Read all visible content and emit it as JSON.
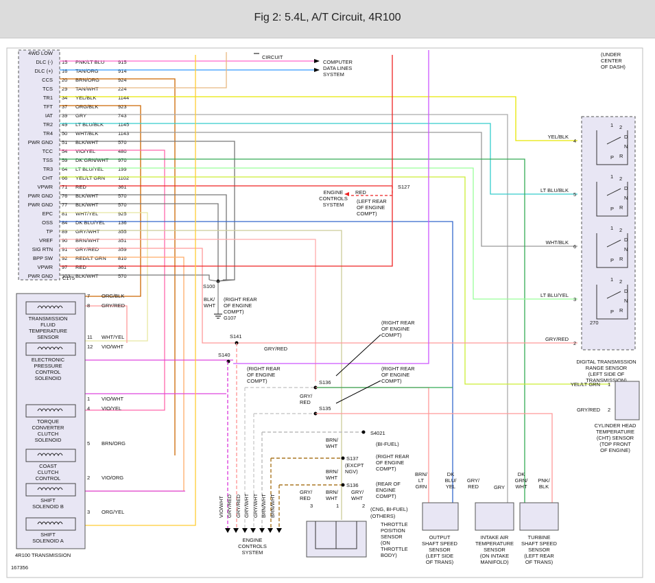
{
  "header": {
    "title": "Fig 2: 5.4L, A/T Circuit, 4R100"
  },
  "pcm": {
    "connector": "C175",
    "pins": [
      {
        "label": "4WD LOW",
        "pin": "",
        "wire": "",
        "circuit": ""
      },
      {
        "label": "DLC (-)",
        "pin": "15",
        "wire": "PNK/LT BLU",
        "circuit": "915"
      },
      {
        "label": "DLC (+)",
        "pin": "16",
        "wire": "TAN/ORG",
        "circuit": "914"
      },
      {
        "label": "CCS",
        "pin": "20",
        "wire": "BRN/ORG",
        "circuit": "924"
      },
      {
        "label": "TCS",
        "pin": "29",
        "wire": "TAN/WHT",
        "circuit": "224"
      },
      {
        "label": "TR1",
        "pin": "34",
        "wire": "YEL/BLK",
        "circuit": "1144"
      },
      {
        "label": "TFT",
        "pin": "37",
        "wire": "ORG/BLK",
        "circuit": "923"
      },
      {
        "label": "IAT",
        "pin": "39",
        "wire": "GRY",
        "circuit": "743"
      },
      {
        "label": "TR2",
        "pin": "49",
        "wire": "LT BLU/BLK",
        "circuit": "1145"
      },
      {
        "label": "TR4",
        "pin": "50",
        "wire": "WHT/BLK",
        "circuit": "1143"
      },
      {
        "label": "PWR GND",
        "pin": "51",
        "wire": "BLK/WHT",
        "circuit": "570"
      },
      {
        "label": "TCC",
        "pin": "54",
        "wire": "VIO/YEL",
        "circuit": "480"
      },
      {
        "label": "TSS",
        "pin": "59",
        "wire": "DK GRN/WHT",
        "circuit": "970"
      },
      {
        "label": "TR3",
        "pin": "64",
        "wire": "LT BLU/YEL",
        "circuit": "199"
      },
      {
        "label": "CHT",
        "pin": "66",
        "wire": "YEL/LT GRN",
        "circuit": "1102"
      },
      {
        "label": "VPWR",
        "pin": "71",
        "wire": "RED",
        "circuit": "361"
      },
      {
        "label": "PWR GND",
        "pin": "76",
        "wire": "BLK/WHT",
        "circuit": "570"
      },
      {
        "label": "PWR GND",
        "pin": "77",
        "wire": "BLK/WHT",
        "circuit": "570"
      },
      {
        "label": "EPC",
        "pin": "81",
        "wire": "WHT/YEL",
        "circuit": "925"
      },
      {
        "label": "OSS",
        "pin": "84",
        "wire": "DK BLU/YEL",
        "circuit": "136"
      },
      {
        "label": "TP",
        "pin": "89",
        "wire": "GRY/WHT",
        "circuit": "355"
      },
      {
        "label": "VREF",
        "pin": "90",
        "wire": "BRN/WHT",
        "circuit": "351"
      },
      {
        "label": "SIG RTN",
        "pin": "91",
        "wire": "GRY/RED",
        "circuit": "359"
      },
      {
        "label": "BPP SW",
        "pin": "92",
        "wire": "RED/LT GRN",
        "circuit": "810"
      },
      {
        "label": "VPWR",
        "pin": "97",
        "wire": "RED",
        "circuit": "361"
      },
      {
        "label": "PWR GND",
        "pin": "103",
        "wire": "BLK/WHT",
        "circuit": "570"
      }
    ]
  },
  "trans": {
    "name": "4R100 TRANSMISSION",
    "components": [
      {
        "name": "TRANSMISSION FLUID TEMPERATURE SENSOR",
        "lines": [
          "TRANSMISSION",
          "FLUID",
          "TEMPERATURE",
          "SENSOR"
        ],
        "pins": [
          {
            "pin": "7",
            "wire": "ORG/BLK"
          },
          {
            "pin": "8",
            "wire": "GRY/RED"
          }
        ]
      },
      {
        "name": "ELECTRONIC PRESSURE CONTROL SOLENOID",
        "lines": [
          "ELECTRONIC",
          "PRESSURE",
          "CONTROL",
          "SOLENOID"
        ],
        "pins": [
          {
            "pin": "11",
            "wire": "WHT/YEL"
          },
          {
            "pin": "12",
            "wire": "VIO/WHT"
          }
        ]
      },
      {
        "name": "TORQUE CONVERTER CLUTCH SOLENOID",
        "lines": [
          "TORQUE",
          "CONVERTER",
          "CLUTCH",
          "SOLENOID"
        ],
        "pins": [
          {
            "pin": "1",
            "wire": "VIO/WHT"
          },
          {
            "pin": "4",
            "wire": "VIO/YEL"
          }
        ]
      },
      {
        "name": "COAST CLUTCH CONTROL",
        "lines": [
          "COAST",
          "CLUTCH",
          "CONTROL"
        ],
        "pins": [
          {
            "pin": "5",
            "wire": "BRN/ORG"
          }
        ]
      },
      {
        "name": "SHIFT SOLENOID B",
        "lines": [
          "SHIFT",
          "SOLENOID B"
        ],
        "pins": [
          {
            "pin": "2",
            "wire": "VIO/ORG"
          }
        ]
      },
      {
        "name": "SHIFT SOLENOID A",
        "lines": [
          "SHIFT",
          "SOLENOID A"
        ],
        "pins": [
          {
            "pin": "3",
            "wire": "ORG/YEL"
          }
        ]
      }
    ]
  },
  "labels": {
    "circuit": "CIRCUIT",
    "computer_data_lines": [
      "COMPUTER",
      "DATA LINES",
      "SYSTEM"
    ],
    "under_dash": [
      "(UNDER",
      "CENTER",
      "OF DASH)"
    ],
    "engine_controls_1": [
      "ENGINE",
      "CONTROLS",
      "SYSTEM"
    ],
    "s127": "S127",
    "s127_wire": "RED",
    "s127_note": [
      "(LEFT REAR",
      "OF ENGINE",
      "COMPT)"
    ],
    "s100": "S100",
    "s100_wire": [
      "BLK/",
      "WHT"
    ],
    "s100_note": [
      "(RIGHT REAR",
      "OF ENGINE",
      "COMPT)"
    ],
    "g107": "G107",
    "s141": "S141",
    "s140": "S140",
    "gry_red": "GRY/RED",
    "s140_note": [
      "(RIGHT REAR",
      "OF ENGINE",
      "COMPT)"
    ],
    "s136_note_top": [
      "(RIGHT REAR",
      "OF ENGINE",
      "COMPT)"
    ],
    "s135_note": [
      "(RIGHT REAR",
      "OF ENGINE",
      "COMPT)"
    ],
    "s136": "S136",
    "s135": "S135",
    "gry_red_split": [
      "GRY/",
      "RED"
    ],
    "s4021": "S4021",
    "brn_wht": [
      "BRN/",
      "WHT"
    ],
    "bi_fuel": "(BI-FUEL)",
    "s137": "S137",
    "s137_note": [
      "(EXCPT",
      "NGV)"
    ],
    "s137_note2": [
      "(RIGHT REAR",
      "OF ENGINE",
      "COMPT)"
    ],
    "s136b": "S136",
    "s136b_note": [
      "(REAR OF",
      "ENGINE",
      "COMPT)"
    ],
    "cng": "(CNG, BI-FUEL)",
    "others": "(OTHERS)",
    "engine_controls_bottom": [
      "ENGINE",
      "CONTROLS",
      "SYSTEM"
    ],
    "bottom_wires": [
      "VIO/WHT",
      "GRY/RED",
      "GRY/RED",
      "GRY/WHT",
      "GRY/WHT",
      "BRN/WHT",
      "BRN/WHT"
    ],
    "throttle": [
      "THROTTLE",
      "POSITION",
      "SENSOR",
      "(ON",
      "THROTTLE",
      "BODY)"
    ],
    "tp_wires": [
      [
        "GRY/",
        "RED"
      ],
      [
        "BRN/",
        "WHT"
      ],
      [
        "GRY/",
        "WHT"
      ]
    ],
    "oss": [
      "OUTPUT",
      "SHAFT SPEED",
      "SENSOR",
      "(LEFT SIDE",
      "OF TRANS)"
    ],
    "oss_wires": [
      [
        "BRN/",
        "LT",
        "GRN"
      ],
      [
        "DK",
        "BLU/",
        "YEL"
      ]
    ],
    "iat": [
      "INTAKE AIR",
      "TEMPERATURE",
      "SENSOR",
      "(ON INTAKE",
      "MANIFOLD)"
    ],
    "iat_wires": [
      [
        "GRY/",
        "RED"
      ],
      [
        "GRY"
      ]
    ],
    "tss": [
      "TURBINE",
      "SHAFT SPEED",
      "SENSOR",
      "(LEFT REAR",
      "OF TRANS)"
    ],
    "tss_wires": [
      [
        "DK",
        "GRN/",
        "WHT"
      ],
      [
        "PNK/",
        "BLK"
      ]
    ],
    "dtr": [
      "DIGITAL TRANSMISSION",
      "RANGE SENSOR",
      "(LEFT SIDE OF",
      "TRANSMISSION)"
    ],
    "dtr_wires": [
      "YEL/BLK",
      "LT BLU/BLK",
      "WHT/BLK",
      "LT BLU/YEL",
      "GRY/RED"
    ],
    "dtr_pins": [
      "4",
      "5",
      "6",
      "3",
      "2"
    ],
    "resistor": "270",
    "cht": [
      "CYLINDER HEAD",
      "TEMPERATURE",
      "(CHT) SENSOR",
      "(TOP FRONT",
      "OF ENGINE)"
    ],
    "cht_wires": [
      "YEL/LT GRN",
      "GRY/RED"
    ],
    "cht_pins": [
      "1",
      "2"
    ],
    "figure_id": "167356"
  }
}
